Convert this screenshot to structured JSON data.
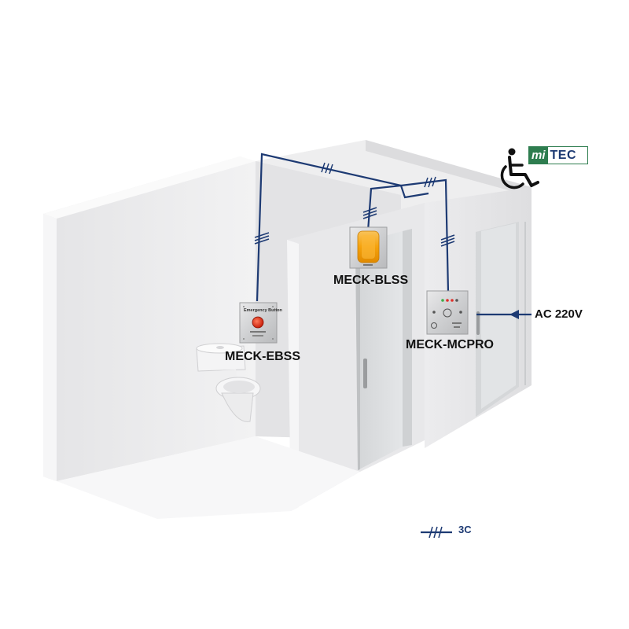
{
  "labels": {
    "ebss": "MECK-EBSS",
    "blss": "MECK-BLSS",
    "mcpro": "MECK-MCPRO",
    "power": "AC 220V",
    "legend": "3C"
  },
  "logo": {
    "mi": "mi",
    "tec": "TEC",
    "green": "#2e7d4f",
    "navy": "#1d3a73"
  },
  "panel_ebss": {
    "title": "Emergency Button"
  },
  "icons": {
    "accessibility": "wheelchair-icon"
  },
  "colors": {
    "wire": "#1d3a73",
    "wall": "#e9e9eb",
    "beacon": "#f5a20c",
    "button": "#e23a1e"
  }
}
